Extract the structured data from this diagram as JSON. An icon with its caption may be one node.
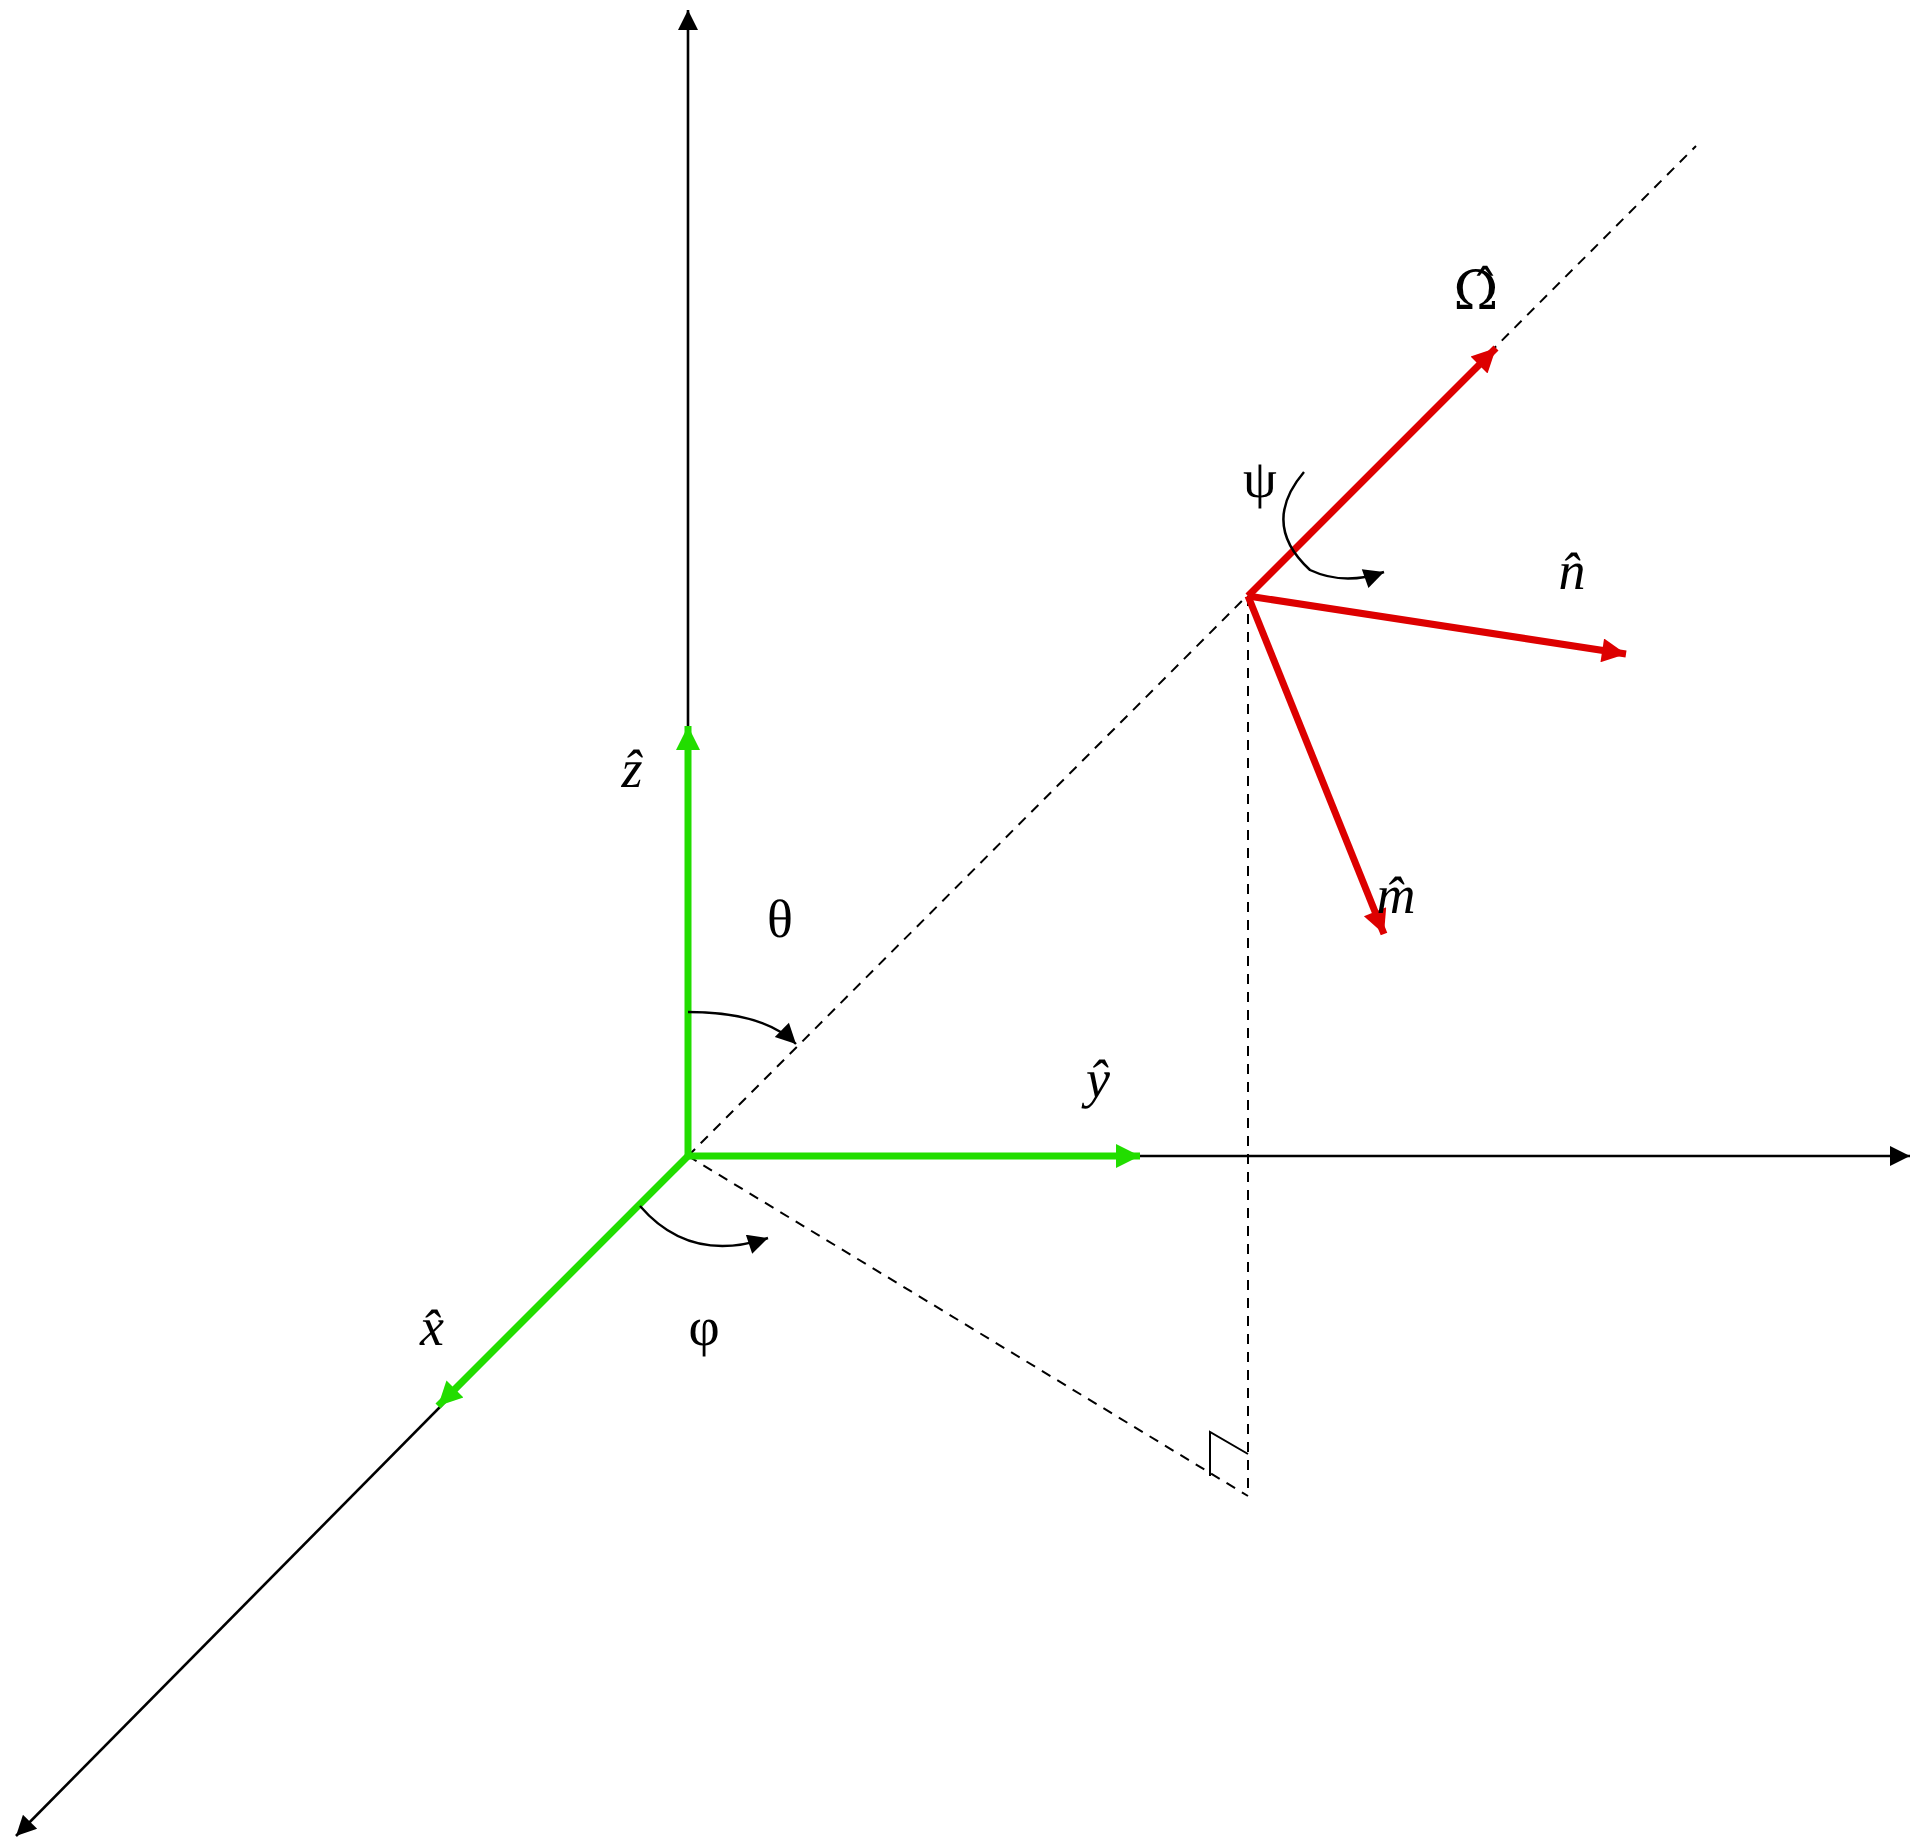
{
  "diagram": {
    "labels": [
      "Ω̂",
      "ψ",
      "n̂",
      "ẑ",
      "m̂",
      "θ",
      "ŷ",
      "x̂",
      "φ"
    ]
  }
}
